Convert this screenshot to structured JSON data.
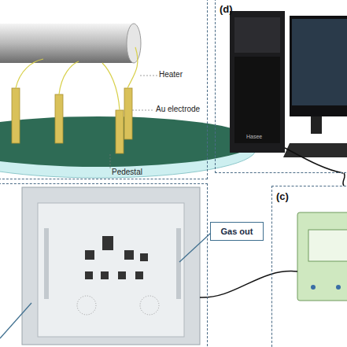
{
  "diagram": {
    "nodes": [
      {
        "text": [
          "(d)"
        ]
      },
      {
        "text": [
          "Gas out"
        ]
      },
      {
        "text": [
          "(c)"
        ]
      }
    ],
    "edges": [
      {
        "from": 0,
        "to": 2,
        "arrow": "none"
      }
    ],
    "labels": [
      "Heater",
      "Au electrode",
      "Pedestal",
      "Hasee"
    ]
  }
}
